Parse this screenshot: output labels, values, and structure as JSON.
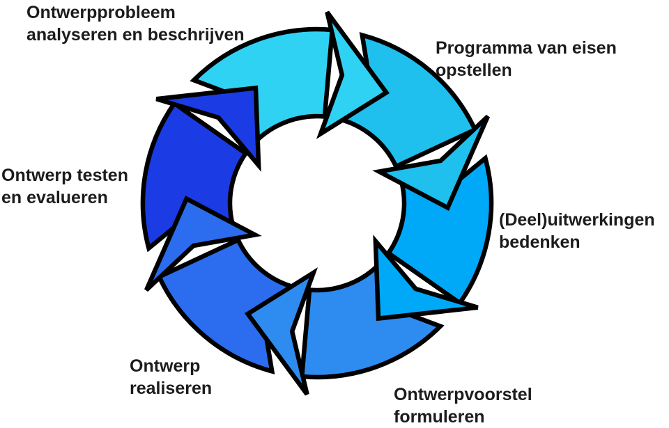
{
  "diagram": {
    "type": "cycle",
    "flow": "clockwise",
    "background_color": "#ffffff",
    "stroke_color": "#000000",
    "text_color": "#1c1c1c",
    "steps": [
      {
        "id": 1,
        "color": "#30D2F4",
        "label": "Ontwerpprobleem analyseren en beschrijven",
        "lines": [
          "Ontwerpprobleem",
          "analyseren en beschrijven"
        ]
      },
      {
        "id": 2,
        "color": "#1FC0EE",
        "label": "Programma van eisen opstellen",
        "lines": [
          "Programma van eisen",
          "opstellen"
        ]
      },
      {
        "id": 3,
        "color": "#00A9F8",
        "label": "(Deel)uitwerkingen bedenken",
        "lines": [
          "(Deel)uitwerkingen",
          "bedenken"
        ]
      },
      {
        "id": 4,
        "color": "#2E8CF0",
        "label": "Ontwerpvoorstel formuleren",
        "lines": [
          "Ontwerpvoorstel",
          "formuleren"
        ]
      },
      {
        "id": 5,
        "color": "#2B6DEE",
        "label": "Ontwerp realiseren",
        "lines": [
          "Ontwerp",
          "realiseren"
        ]
      },
      {
        "id": 6,
        "color": "#1B3CE4",
        "label": "Ontwerp testen en evalueren",
        "lines": [
          "Ontwerp testen",
          "en evalueren"
        ]
      }
    ]
  }
}
